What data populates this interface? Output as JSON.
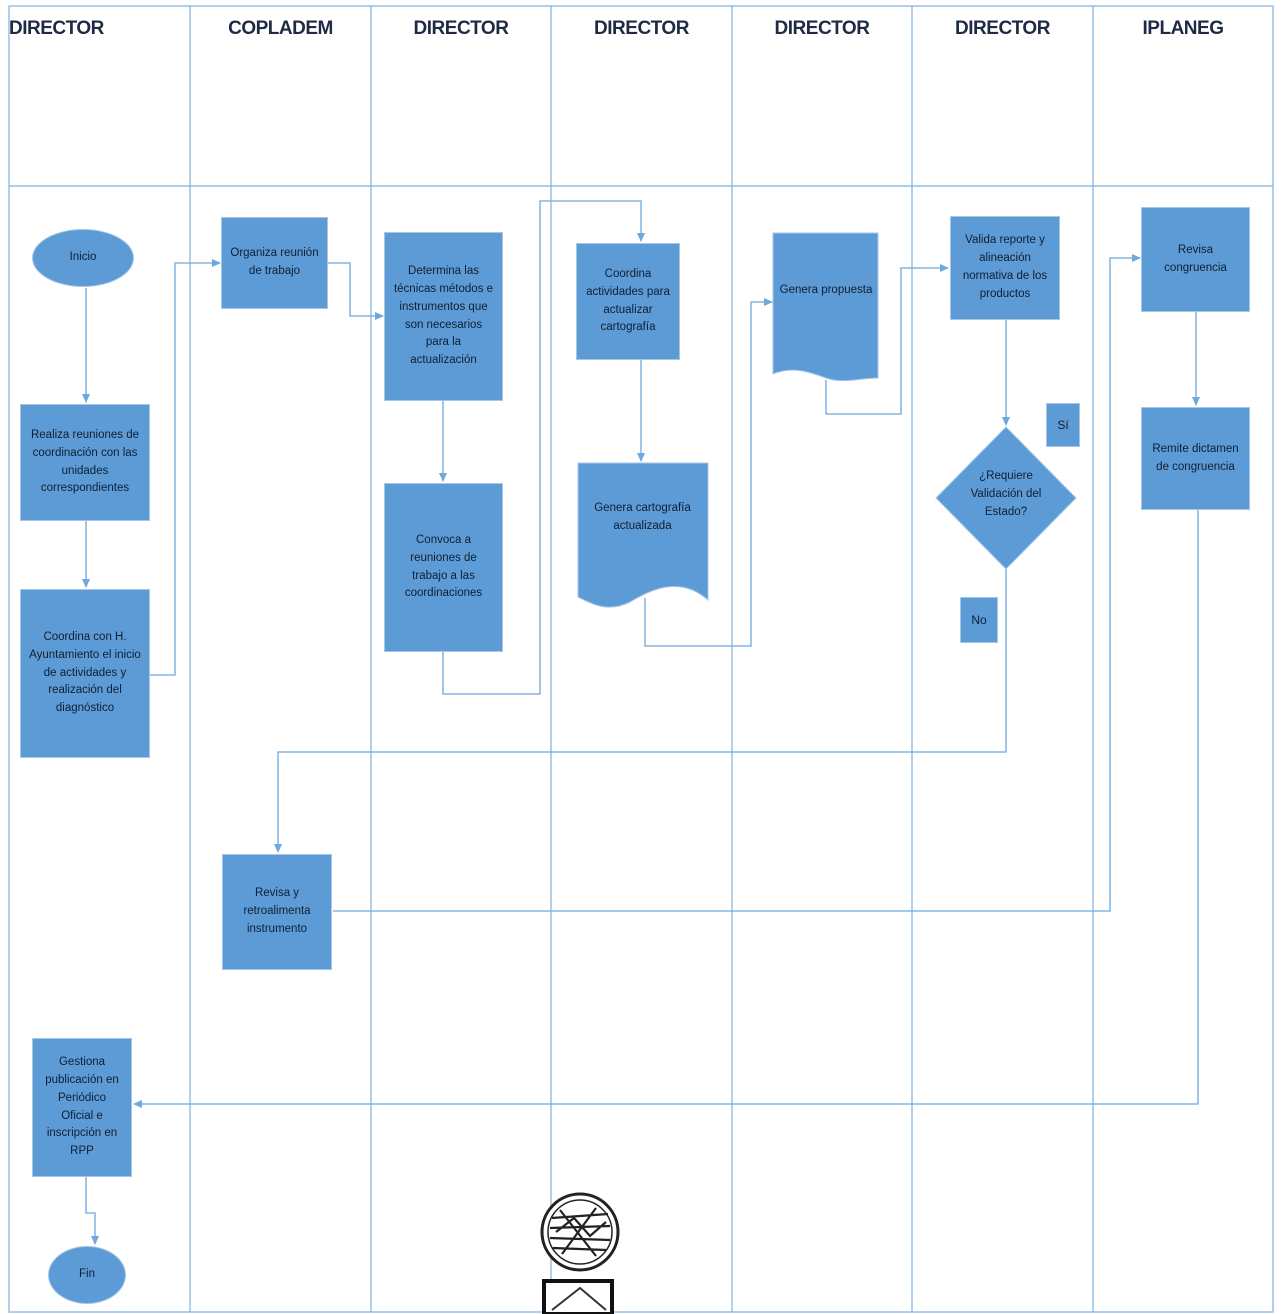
{
  "lanes": [
    "DIRECTOR",
    "COPLADEM",
    "DIRECTOR",
    "DIRECTOR",
    "DIRECTOR",
    "DIRECTOR",
    "IPLANEG"
  ],
  "colors": {
    "fill": "#5d9bd6",
    "line": "#6fa8dc",
    "grid": "#7fb0e0"
  },
  "nodes": {
    "inicio": "Inicio",
    "realiza": "Realiza reuniones de coordinación con las unidades correspondientes",
    "coordina_h": "Coordina con H. Ayuntamiento el inicio de actividades y realización del diagnóstico",
    "organiza": "Organiza reunión de trabajo",
    "revisa_retro": "Revisa y retroalimenta instrumento",
    "determina": "Determina las técnicas métodos e instrumentos que son necesarios para la actualización",
    "convoca": "Convoca a reuniones de trabajo a las coordinaciones",
    "coordina_act": "Coordina actividades para actualizar cartografía",
    "genera_carto": "Genera cartografía actualizada",
    "genera_prop": "Genera propuesta",
    "valida": "Valida reporte y alineación normativa de los productos",
    "requiere": "¿Requiere Validación del Estado?",
    "si": "Sí",
    "no": "No",
    "revisa_cong": "Revisa congruencia",
    "remite": "Remite dictamen de congruencia",
    "gestiona": "Gestiona publicación en Periódico Oficial e inscripción en RPP",
    "fin": "Fin"
  }
}
